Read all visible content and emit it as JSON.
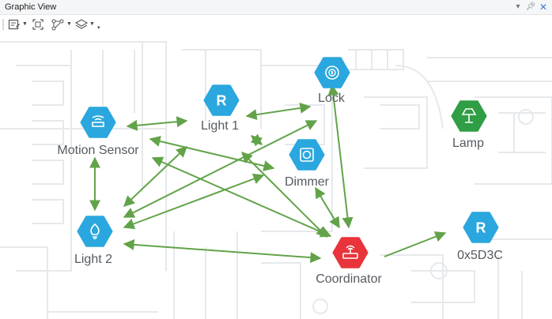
{
  "window": {
    "title": "Graphic View",
    "buttons": [
      "dropdown",
      "pin",
      "close"
    ]
  },
  "toolbar": {
    "tools": [
      "edit-layout",
      "fit-view",
      "topology",
      "layers"
    ]
  },
  "colors": {
    "node_default": "#2aa7de",
    "node_coordinator": "#e8343a",
    "node_lamp": "#2f9e44",
    "link": "#62a34a",
    "floorplan": "#e9ecef",
    "label": "#555b61"
  },
  "nodes": [
    {
      "id": "motion",
      "label": "Motion Sensor",
      "icon": "motion-sensor-icon",
      "color": "node_default"
    },
    {
      "id": "light1",
      "label": "Light 1",
      "icon": "router-r-icon",
      "glyph": "R",
      "color": "node_default"
    },
    {
      "id": "lock",
      "label": "Lock",
      "icon": "lock-icon",
      "color": "node_default"
    },
    {
      "id": "lamp",
      "label": "Lamp",
      "icon": "lamp-icon",
      "color": "node_lamp"
    },
    {
      "id": "dimmer",
      "label": "Dimmer",
      "icon": "dimmer-icon",
      "color": "node_default"
    },
    {
      "id": "light2",
      "label": "Light 2",
      "icon": "bulb-icon",
      "color": "node_default"
    },
    {
      "id": "coordinator",
      "label": "Coordinator",
      "icon": "coordinator-icon",
      "color": "node_coordinator"
    },
    {
      "id": "router",
      "label": "0x5D3C",
      "icon": "router-r-icon",
      "glyph": "R",
      "color": "node_default"
    }
  ],
  "links": [
    {
      "from": "motion",
      "to": "light1",
      "both": true
    },
    {
      "from": "motion",
      "to": "light2",
      "both": true
    },
    {
      "from": "motion",
      "to": "dimmer",
      "both": true
    },
    {
      "from": "motion",
      "to": "coordinator",
      "both": true
    },
    {
      "from": "light1",
      "to": "lock",
      "both": true
    },
    {
      "from": "light1",
      "to": "dimmer",
      "both": true
    },
    {
      "from": "light1",
      "to": "light2",
      "both": true
    },
    {
      "from": "light1",
      "to": "coordinator",
      "both": true
    },
    {
      "from": "lock",
      "to": "light2",
      "both": true
    },
    {
      "from": "lock",
      "to": "coordinator",
      "both": true
    },
    {
      "from": "dimmer",
      "to": "light2",
      "both": true
    },
    {
      "from": "dimmer",
      "to": "coordinator",
      "both": true
    },
    {
      "from": "light2",
      "to": "coordinator",
      "both": true
    },
    {
      "from": "coordinator",
      "to": "router",
      "both": false
    }
  ]
}
